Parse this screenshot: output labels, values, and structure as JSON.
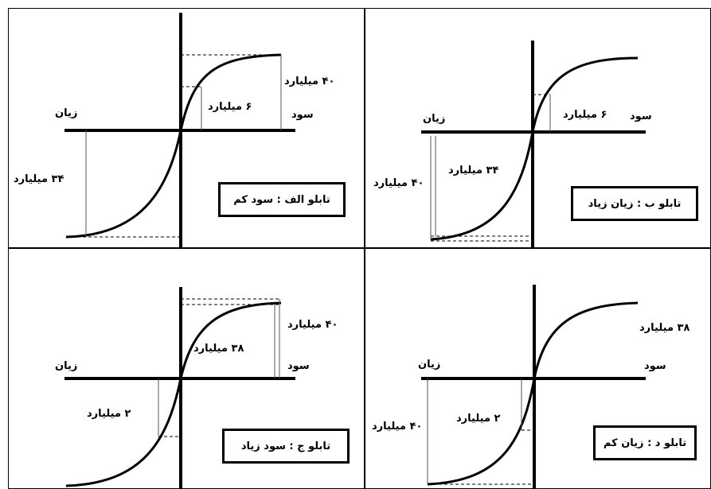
{
  "panels": {
    "alef": {
      "title": "تابلو الف : سود کم",
      "loss_label": "زیان",
      "profit_label": "سود",
      "upper_total": "۴۰ میلیارد",
      "upper_partial": "۶ میلیارد",
      "lower_value": "۳۴ میلیارد"
    },
    "be": {
      "title": "تابلو ب : زیان زیاد",
      "loss_label": "زیان",
      "profit_label": "سود",
      "upper_partial": "۶ میلیارد",
      "lower_partial": "۳۴ میلیارد",
      "lower_total": "۴۰ میلیارد"
    },
    "jim": {
      "title": "تابلو ج : سود زیاد",
      "loss_label": "زیان",
      "profit_label": "سود",
      "upper_total": "۴۰ میلیارد",
      "upper_partial": "۳۸ میلیارد",
      "lower_value": "۲ میلیارد"
    },
    "dal": {
      "title": "تابلو د : زیان کم",
      "loss_label": "زیان",
      "profit_label": "سود",
      "upper_value": "۳۸ میلیارد",
      "lower_partial": "۲ میلیارد",
      "lower_total": "۴۰ میلیارد"
    }
  }
}
